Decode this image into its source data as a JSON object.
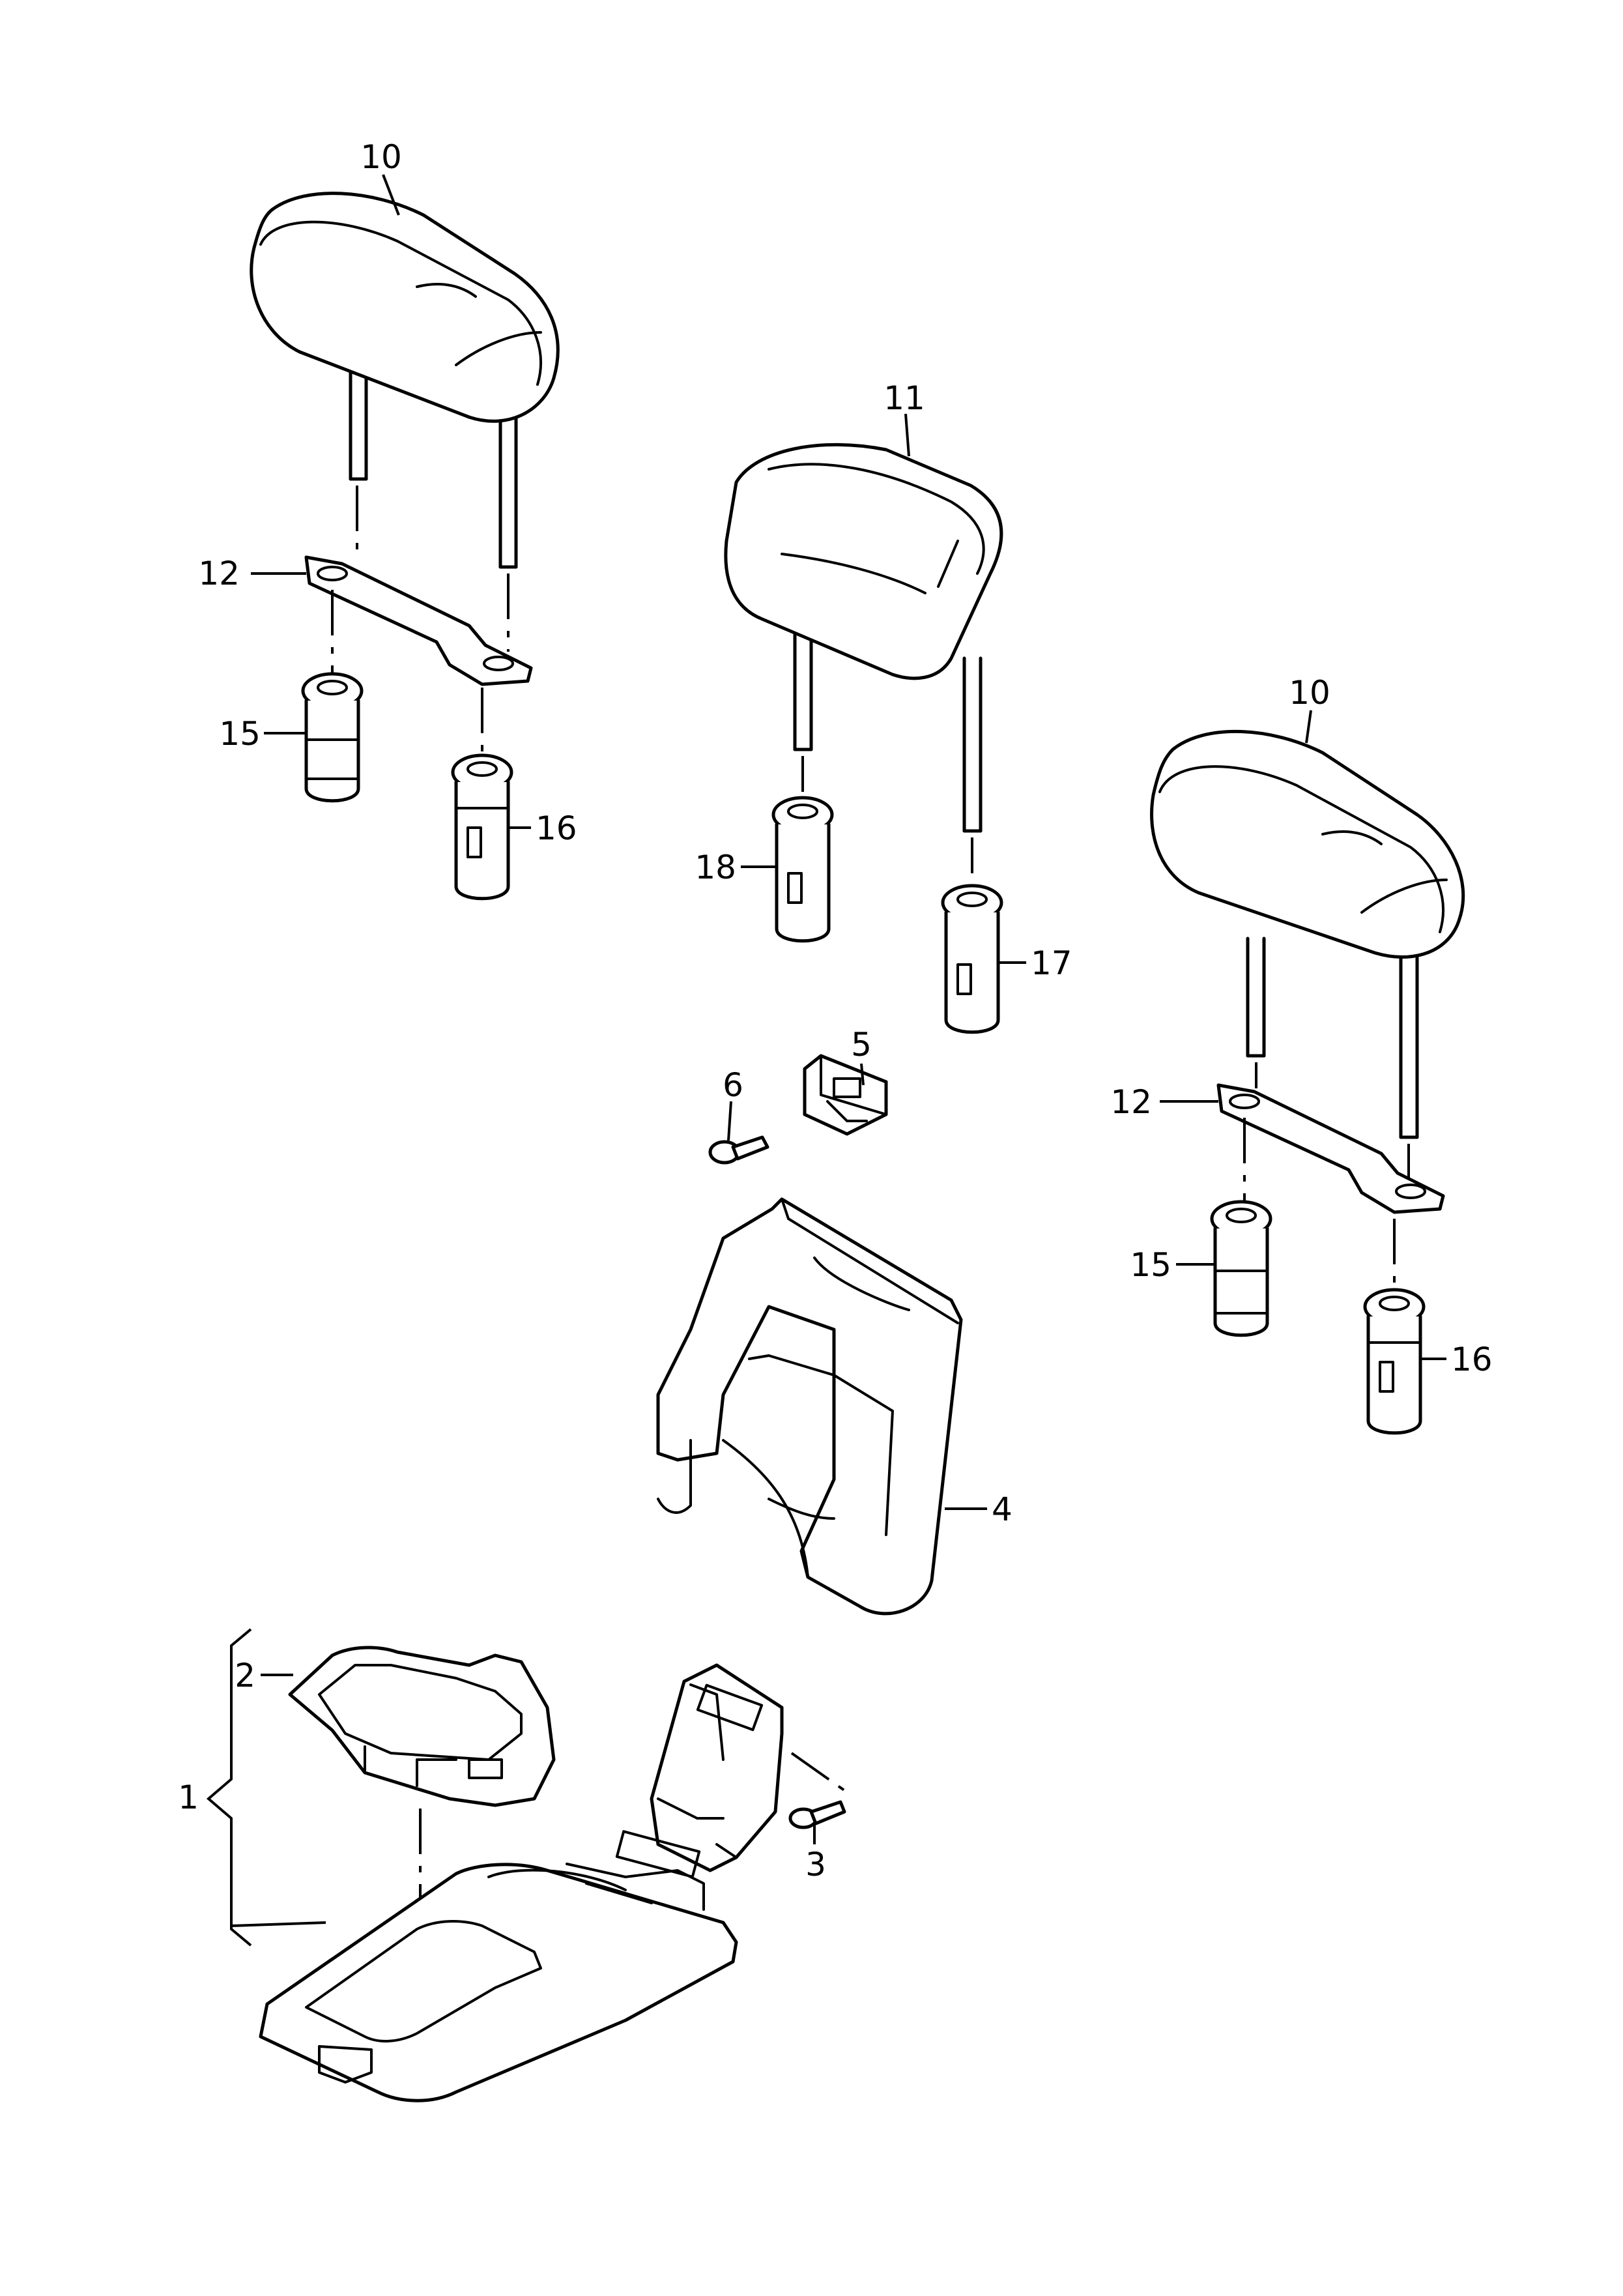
{
  "diagram": {
    "callouts": {
      "headrest_left": "10",
      "headrest_center": "11",
      "headrest_right": "10",
      "bracket_left": "12",
      "bracket_right": "12",
      "guide_left_a": "15",
      "guide_left_b": "16",
      "guide_center_a": "18",
      "guide_center_b": "17",
      "guide_right_a": "15",
      "guide_right_b": "16",
      "clip": "5",
      "clip_screw": "6",
      "backrest_frame": "4",
      "seat_assembly": "1",
      "seat_cushion": "2",
      "hinge_screw": "3"
    }
  }
}
